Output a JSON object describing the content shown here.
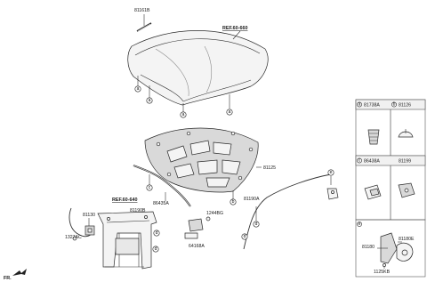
{
  "labels": {
    "p81161B": "81161B",
    "ref60660": "REF.60-660",
    "p81125": "81125",
    "p81738A": "81738A",
    "p81126": "81126",
    "p86438A": "86438A",
    "p81199": "81199",
    "p86435A": "86435A",
    "ref60640": "REF.60-640",
    "p81130": "81130",
    "p81190B": "81190B",
    "p1244BG": "1244BG",
    "p81190A": "81190A",
    "p64168A": "64168A",
    "p1327AC": "1327AC",
    "p81180E": "81180E",
    "p81180": "81180",
    "p1125KB": "1125KB",
    "fr": "FR."
  },
  "callouts": {
    "a": "a",
    "b": "b",
    "c": "c",
    "d": "d",
    "e": "e"
  }
}
